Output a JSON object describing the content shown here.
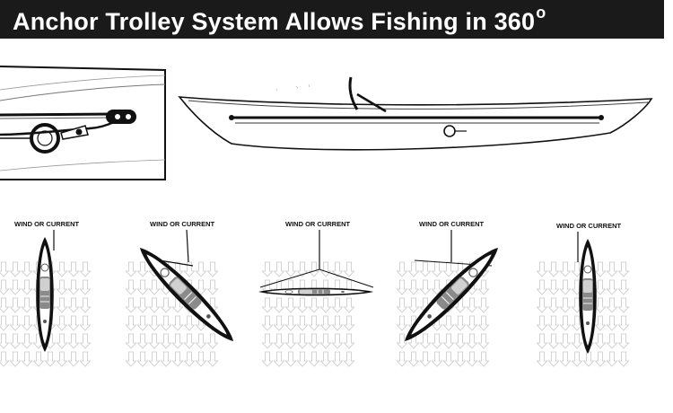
{
  "title": {
    "text": "Anchor Trolley System Allows Fishing in 360",
    "superscript": "o"
  },
  "panels": [
    {
      "label": "WIND OR CURRENT",
      "icon": "kayak-bow-into-current"
    },
    {
      "label": "WIND OR CURRENT",
      "icon": "kayak-diagonal-left"
    },
    {
      "label": "WIND OR CURRENT",
      "icon": "kayak-broadside"
    },
    {
      "label": "WIND OR CURRENT",
      "icon": "kayak-diagonal-right"
    },
    {
      "label": "WIND OR CURRENT",
      "icon": "kayak-stern-into-current"
    }
  ],
  "colors": {
    "title_bar": "#1a1a1a",
    "title_text": "#ffffff",
    "line": "#111111",
    "arrow": "#c8c8c8"
  }
}
